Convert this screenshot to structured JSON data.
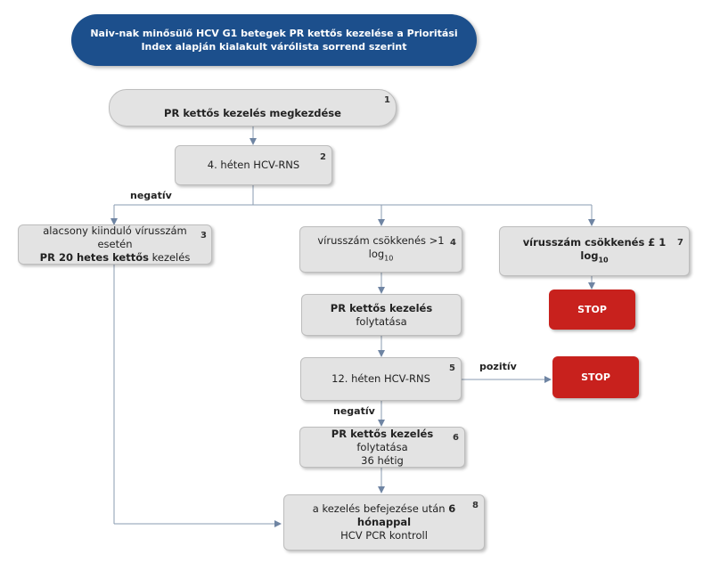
{
  "title": {
    "line1": "Naiv-nak minősülő  HCV G1 betegek PR kettős kezelése a Prioritási",
    "line2": "Index alapján kialakult várólista sorrend szerint"
  },
  "nodes": {
    "n1": {
      "num": "1",
      "text": "PR kettős kezelés megkezdése"
    },
    "n2": {
      "num": "2",
      "text": "4. héten HCV-RNS"
    },
    "n3": {
      "num": "3",
      "line1": "alacsony kiinduló vírusszám esetén",
      "line2_bold": "PR 20 hetes kettős",
      "line2_rest": " kezelés"
    },
    "n4": {
      "num": "4",
      "text": "vírusszám csökkenés >1 log",
      "sub": "10"
    },
    "n7": {
      "num": "7",
      "text": "vírusszám csökkenés £ 1 log",
      "sub": "10"
    },
    "n_cont1": {
      "bold": "PR kettős kezelés",
      "rest": " folytatása"
    },
    "n5": {
      "num": "5",
      "text": "12. héten HCV-RNS"
    },
    "n6": {
      "num": "6",
      "bold": "PR kettős kezelés",
      "rest": " folytatása",
      "line2": "36 hétig"
    },
    "n8": {
      "num": "8",
      "line1_pre": "a kezelés befejezése után ",
      "line1_bold": "6 hónappal",
      "line2": "HCV PCR kontroll"
    }
  },
  "stop1": "STOP",
  "stop2": "STOP",
  "labels": {
    "negativ1": "negatív",
    "pozitiv": "pozitív",
    "negativ2": "negatív"
  },
  "colors": {
    "title_bg": "#1c4f8c",
    "stop_bg": "#c8211d",
    "box_bg": "#e3e3e3",
    "arrow": "#8a9bb0"
  }
}
